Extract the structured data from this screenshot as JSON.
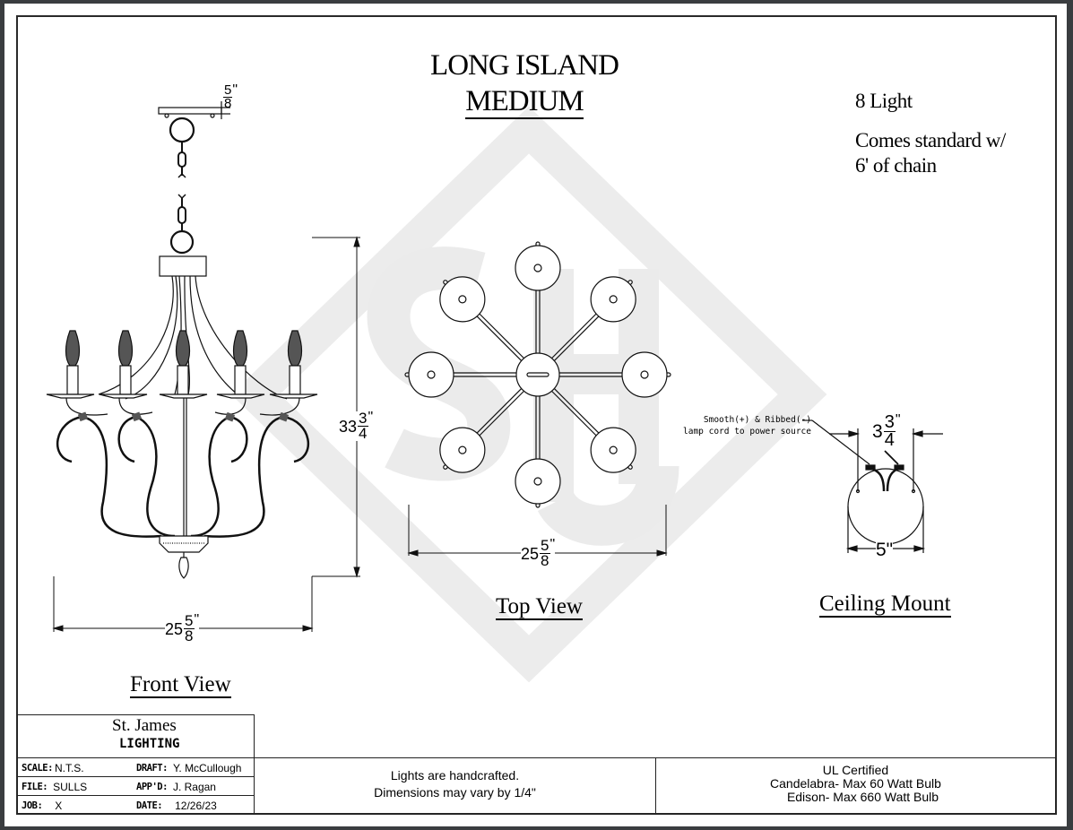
{
  "header": {
    "title_line1": "LONG ISLAND",
    "title_line2": "MEDIUM"
  },
  "specs": {
    "light_count": "8 Light",
    "chain_note_line1": "Comes standard w/",
    "chain_note_line2": "6' of chain"
  },
  "views": {
    "front": {
      "label": "Front View",
      "height_dim": {
        "whole": "33",
        "num": "3",
        "den": "4",
        "unit": "\""
      },
      "width_dim": {
        "whole": "25",
        "num": "5",
        "den": "8",
        "unit": "\""
      },
      "canopy_dim": {
        "num": "5",
        "den": "8",
        "unit": "\""
      },
      "visible_arms": 5
    },
    "top": {
      "label": "Top View",
      "width_dim": {
        "whole": "25",
        "num": "5",
        "den": "8",
        "unit": "\""
      },
      "arm_count": 8
    },
    "ceiling_mount": {
      "label": "Ceiling Mount",
      "hole_spacing_dim": {
        "whole": "3",
        "num": "3",
        "den": "4",
        "unit": "\""
      },
      "diameter_dim": "5\"",
      "note_line1": "Smooth(+) & Ribbed(-)",
      "note_line2": "lamp cord to power source"
    }
  },
  "title_block": {
    "company_line1": "St. James",
    "company_line2": "LIGHTING",
    "logo_text": "StJ",
    "brand_color": "#1a1aa8",
    "fields": [
      {
        "label": "SCALE:",
        "value": "N.T.S."
      },
      {
        "label": "DRAFT:",
        "value": "Y. McCullough"
      },
      {
        "label": "FILE:",
        "value": "SULLS"
      },
      {
        "label": "APP'D:",
        "value": "J. Ragan"
      },
      {
        "label": "JOB:",
        "value": "X"
      },
      {
        "label": "DATE:",
        "value": "12/26/23"
      }
    ],
    "notice_line1": "Lights are handcrafted.",
    "notice_line2": "Dimensions may vary by 1/4\"",
    "cert_line1": "UL Certified",
    "cert_line2": "Candelabra- Max 60 Watt Bulb",
    "cert_line3": "Edison- Max 660 Watt Bulb"
  }
}
